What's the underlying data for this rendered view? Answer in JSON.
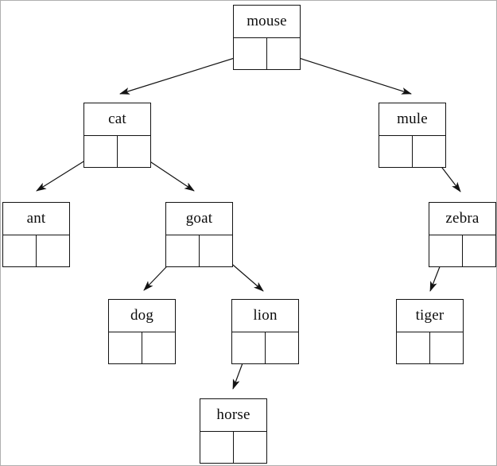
{
  "diagram": {
    "type": "binary-tree",
    "description": "Linked binary tree of animal names; each node box has a label and two pointer cells, arrows run from pointer cells to child nodes",
    "colors": {
      "line": "#131313",
      "background": "#ffffff",
      "page_border": "#b0b0b0"
    },
    "nodes": [
      {
        "id": "mouse",
        "label": "mouse",
        "left_child": "cat",
        "right_child": "mule"
      },
      {
        "id": "cat",
        "label": "cat",
        "left_child": "ant",
        "right_child": "goat"
      },
      {
        "id": "mule",
        "label": "mule",
        "left_child": null,
        "right_child": "zebra"
      },
      {
        "id": "ant",
        "label": "ant",
        "left_child": null,
        "right_child": null
      },
      {
        "id": "goat",
        "label": "goat",
        "left_child": "dog",
        "right_child": "lion"
      },
      {
        "id": "zebra",
        "label": "zebra",
        "left_child": "tiger",
        "right_child": null
      },
      {
        "id": "dog",
        "label": "dog",
        "left_child": null,
        "right_child": null
      },
      {
        "id": "lion",
        "label": "lion",
        "left_child": "horse",
        "right_child": null
      },
      {
        "id": "tiger",
        "label": "tiger",
        "left_child": null,
        "right_child": null
      },
      {
        "id": "horse",
        "label": "horse",
        "left_child": null,
        "right_child": null
      }
    ],
    "edges": [
      {
        "from": "mouse",
        "pointer": "left",
        "to": "cat"
      },
      {
        "from": "mouse",
        "pointer": "right",
        "to": "mule"
      },
      {
        "from": "cat",
        "pointer": "left",
        "to": "ant"
      },
      {
        "from": "cat",
        "pointer": "right",
        "to": "goat"
      },
      {
        "from": "mule",
        "pointer": "right",
        "to": "zebra"
      },
      {
        "from": "goat",
        "pointer": "left",
        "to": "dog"
      },
      {
        "from": "goat",
        "pointer": "right",
        "to": "lion"
      },
      {
        "from": "zebra",
        "pointer": "left",
        "to": "tiger"
      },
      {
        "from": "lion",
        "pointer": "left",
        "to": "horse"
      }
    ]
  }
}
